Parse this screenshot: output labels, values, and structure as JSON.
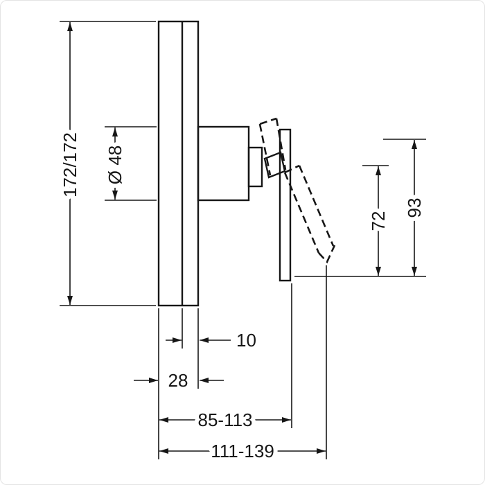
{
  "dimensions": {
    "plate_height": "172/172",
    "diameter": "Ø 48",
    "lever_height": "72",
    "total_height": "93",
    "plate_thickness": "10",
    "plate_depth": "28",
    "installation_range_plate": "85-113",
    "installation_range_handle": "111-139"
  },
  "colors": {
    "line": "#161616",
    "background": "#ffffff",
    "border": "#e3e3e3"
  }
}
